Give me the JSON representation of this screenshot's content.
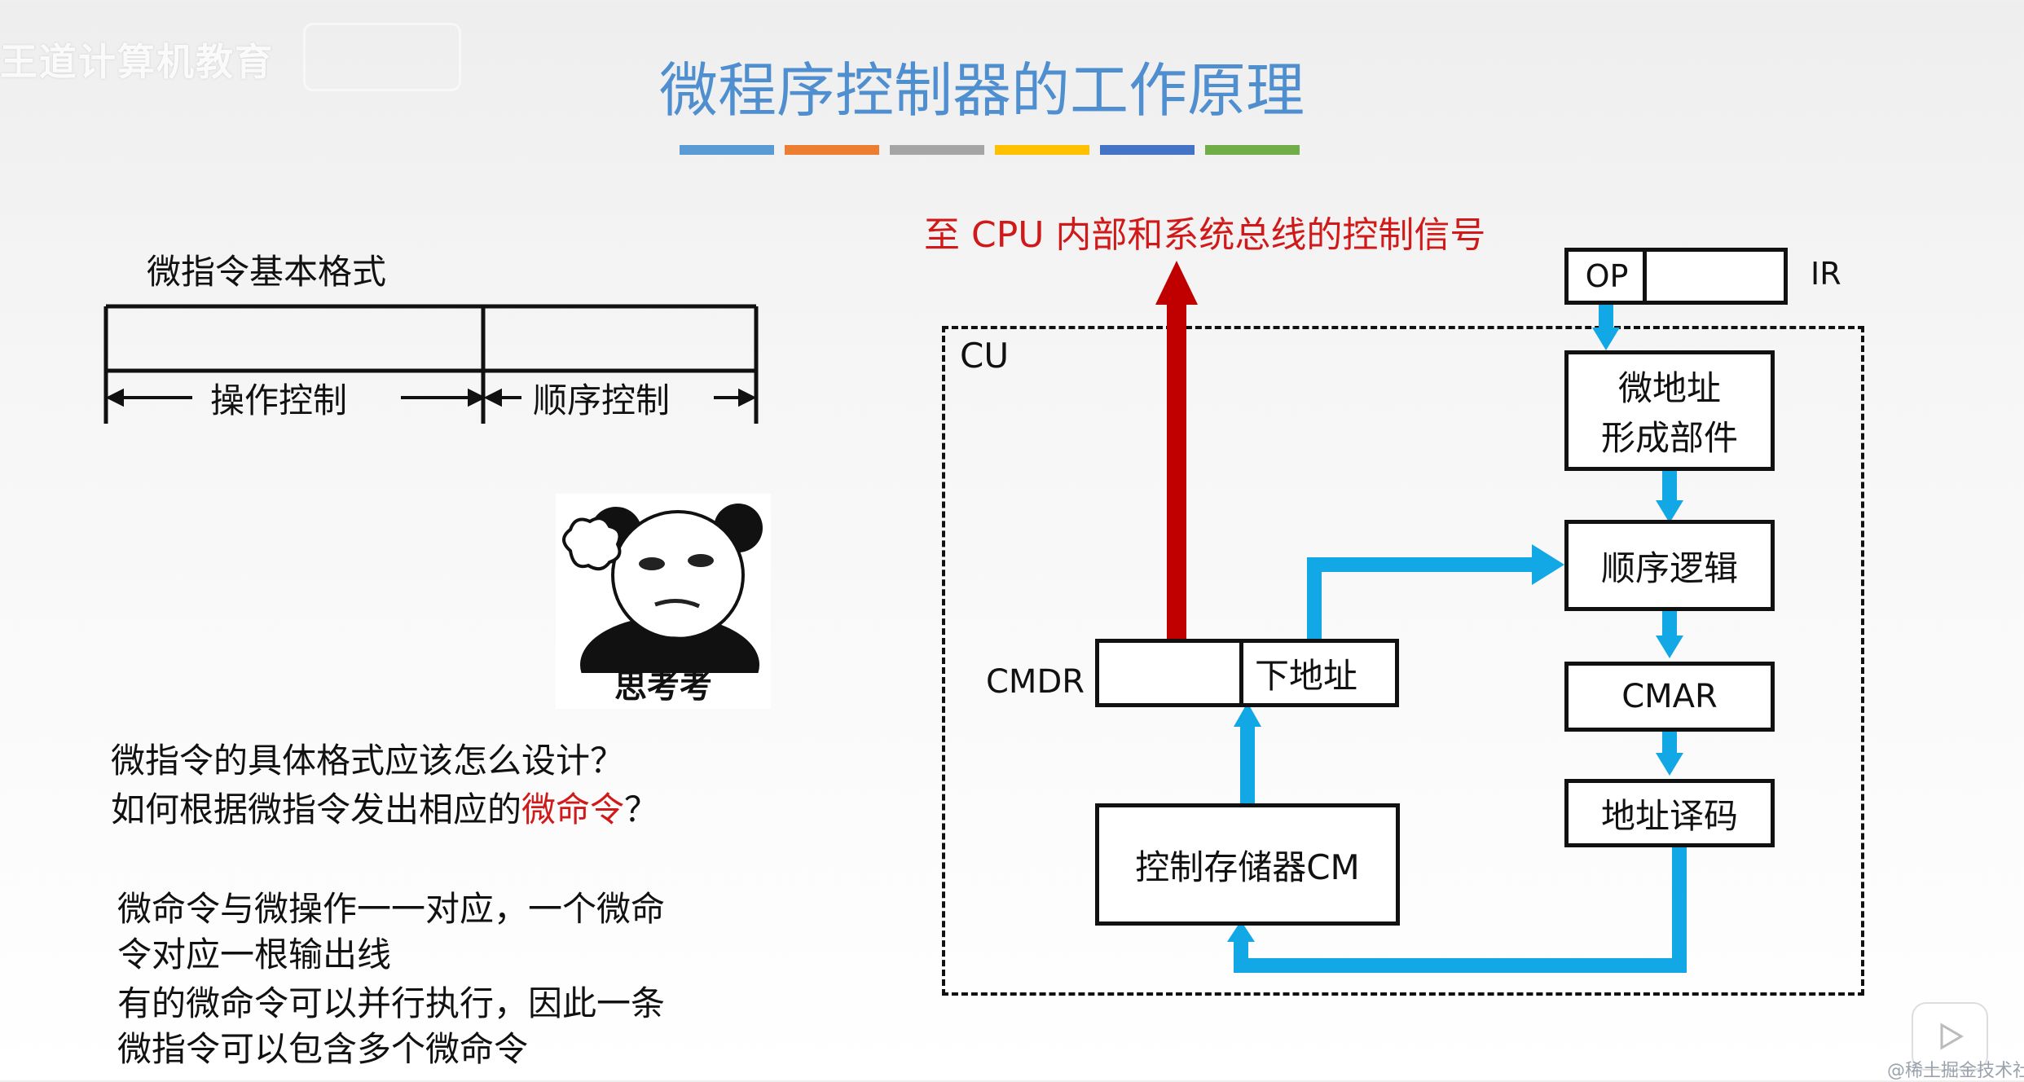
{
  "watermark": {
    "text": "王道计算机教育"
  },
  "slide": {
    "title": "微程序控制器的工作原理",
    "bar_colors": [
      "#5b9bd5",
      "#ed7d31",
      "#a5a5a5",
      "#ffc000",
      "#4472c4",
      "#70ad47"
    ]
  },
  "format": {
    "caption": "微指令基本格式",
    "field1": "操作控制",
    "field2": "顺序控制"
  },
  "meme": {
    "caption": "思考考"
  },
  "questions": {
    "q1": "微指令的具体格式应该怎么设计？",
    "q2_prefix": "如何根据微指令发出相应的",
    "q2_highlight": "微命令",
    "q2_suffix": "？"
  },
  "notes": {
    "line1": "微命令与微操作一一对应，一个微命",
    "line2": "令对应一根输出线",
    "line3": "有的微命令可以并行执行，因此一条",
    "line4": "微指令可以包含多个微命令"
  },
  "diagram": {
    "control_signal": "至 CPU 内部和系统总线的控制信号",
    "cu": "CU",
    "ir_op": "OP",
    "ir": "IR",
    "addr_form_1": "微地址",
    "addr_form_2": "形成部件",
    "seq_logic": "顺序逻辑",
    "cmar": "CMAR",
    "addr_decode": "地址译码",
    "cmdr": "CMDR",
    "next_addr": "下地址",
    "cm": "控制存储器CM",
    "arrow_color": "#12a7e5",
    "signal_color": "#c00000"
  },
  "footer": {
    "community": "@稀土掘金技术社区"
  }
}
